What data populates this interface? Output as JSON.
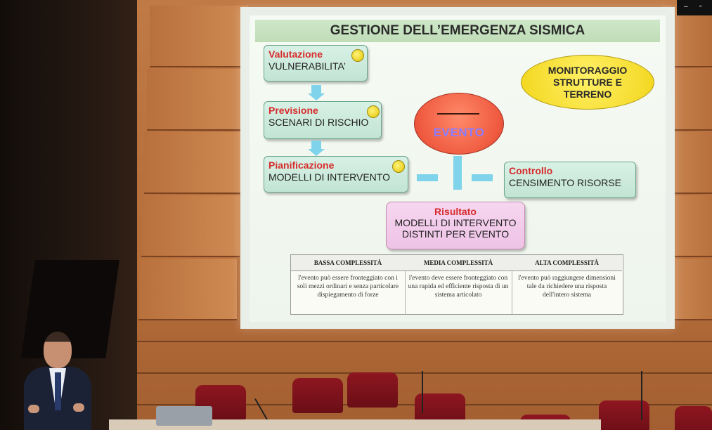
{
  "window": {
    "minimize_glyph": "–",
    "restore_glyph": "▫"
  },
  "slide": {
    "title": "GESTIONE DELL’EMERGENZA SISMICA",
    "steps": [
      {
        "heading": "Valutazione",
        "body": "VULNERABILITA’"
      },
      {
        "heading": "Previsione",
        "body": "SCENARI DI RISCHIO"
      },
      {
        "heading": "Pianificazione",
        "body": "MODELLI DI INTERVENTO"
      }
    ],
    "event_label": "EVENTO",
    "monitoring": {
      "line1": "MONITORAGGIO",
      "line2": "STRUTTURE E",
      "line3": "TERRENO"
    },
    "control": {
      "heading": "Controllo",
      "body": "CENSIMENTO RISORSE"
    },
    "result": {
      "heading": "Risultato",
      "line1": "MODELLI DI INTERVENTO",
      "line2": "DISTINTI PER EVENTO"
    },
    "table": {
      "headers": [
        "BASSA COMPLESSITÀ",
        "MEDIA COMPLESSITÀ",
        "ALTA COMPLESSITÀ"
      ],
      "cells": [
        "l'evento può essere fronteggiato con i soli mezzi ordinari e senza particolare dispiegamento di forze",
        "l'evento deve essere fronteggiato con una rapida ed efficiente risposta di un sistema articolato",
        "l'evento può raggiungere dimensioni tale da richiedere una risposta dell'intero sistema"
      ]
    }
  },
  "colors": {
    "heading_red": "#d72b2b",
    "box_green": "#c2e4d4",
    "event_red": "#ef5a40",
    "monitor_yellow": "#f2d51a",
    "result_pink": "#eec3e6",
    "arrow_cyan": "#7fd3ea"
  }
}
